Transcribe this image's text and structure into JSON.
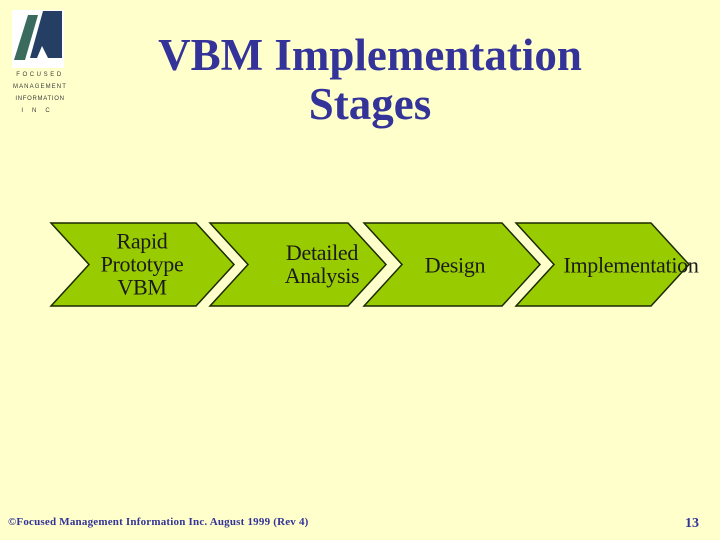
{
  "slide": {
    "page_number": "13"
  },
  "title": {
    "line1": "VBM Implementation",
    "line2": "Stages"
  },
  "logo": {
    "lines": [
      "FOCUSED",
      "MANAGEMENT",
      "INFORMATION",
      "INC"
    ]
  },
  "stages": [
    {
      "lines": [
        "Rapid",
        "Prototype",
        "VBM"
      ]
    },
    {
      "lines": [
        "Detailed",
        "Analysis"
      ]
    },
    {
      "lines": [
        "Design"
      ]
    },
    {
      "lines": [
        "Implementation"
      ]
    }
  ],
  "footer": {
    "text": "©Focused Management Information Inc. August 1999 (Rev 4)"
  },
  "colors": {
    "background": "#FFFFCC",
    "title_blue": "#333399",
    "arrow_green": "#99CC00",
    "arrow_outline": "#1A2A00",
    "arrow_text": "#1A1A1A",
    "logo_green": "#3A6B5C",
    "logo_navy": "#243F63"
  }
}
